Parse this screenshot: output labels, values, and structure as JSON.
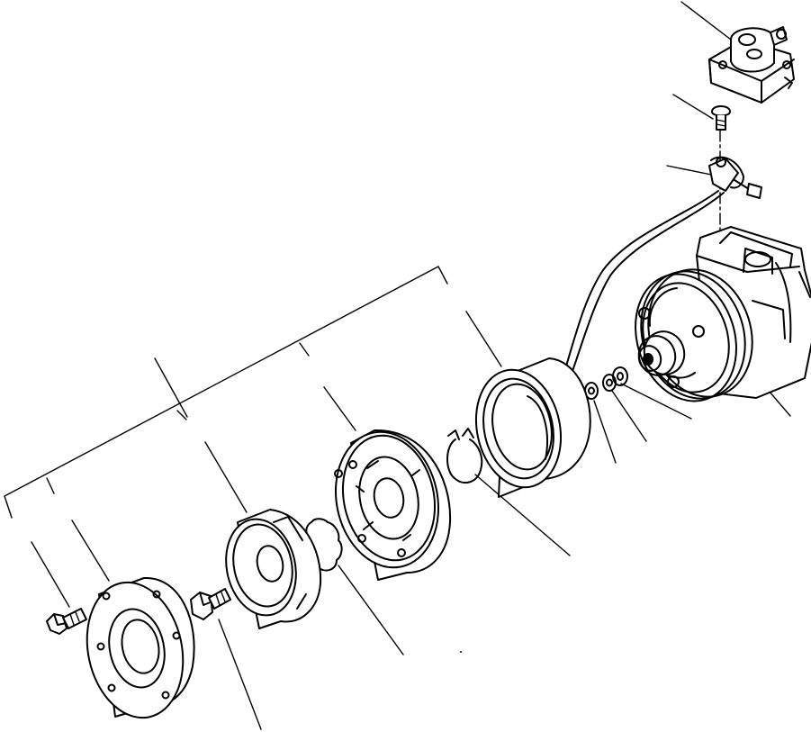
{
  "diagram": {
    "parts": [
      {
        "id": "fitting-block"
      },
      {
        "id": "screw"
      },
      {
        "id": "wire-harness"
      },
      {
        "id": "compressor"
      },
      {
        "id": "coil-field"
      },
      {
        "id": "washer-small"
      },
      {
        "id": "washer-large"
      },
      {
        "id": "snap-ring-large"
      },
      {
        "id": "pulley"
      },
      {
        "id": "snap-ring-small"
      },
      {
        "id": "hub"
      },
      {
        "id": "bolt"
      },
      {
        "id": "cover-plate"
      },
      {
        "id": "cover-bolt"
      }
    ],
    "colors": {
      "line": "#000000",
      "background": "#ffffff"
    }
  }
}
